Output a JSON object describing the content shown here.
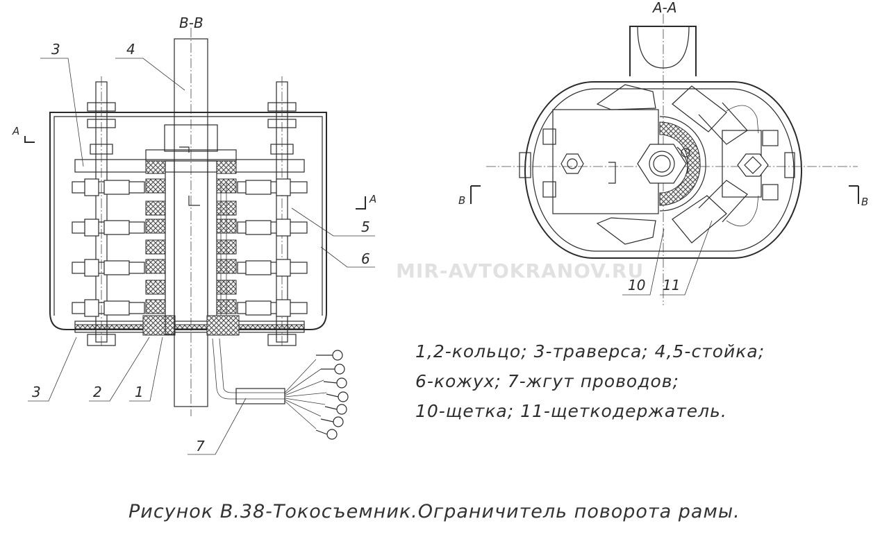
{
  "labels": {
    "section_bb": "В-В",
    "section_aa": "А-А",
    "sec_a_left": "А",
    "sec_a_right": "А",
    "sec_b_left": "В",
    "sec_b_right": "В",
    "n3_top": "3",
    "n4": "4",
    "n5": "5",
    "n6": "6",
    "n3_bottom": "3",
    "n2": "2",
    "n1": "1",
    "n7": "7",
    "n10": "10",
    "n11": "11"
  },
  "legend": [
    "1,2-кольцо; 3-траверса; 4,5-стойка;",
    "6-кожух; 7-жгут проводов;",
    "10-щетка; 11-щеткодержатель."
  ],
  "caption": "Рисунок В.38-Токосъемник.Ограничитель поворота рамы.",
  "watermark": "MIR-AVTOKRANOV.RU"
}
